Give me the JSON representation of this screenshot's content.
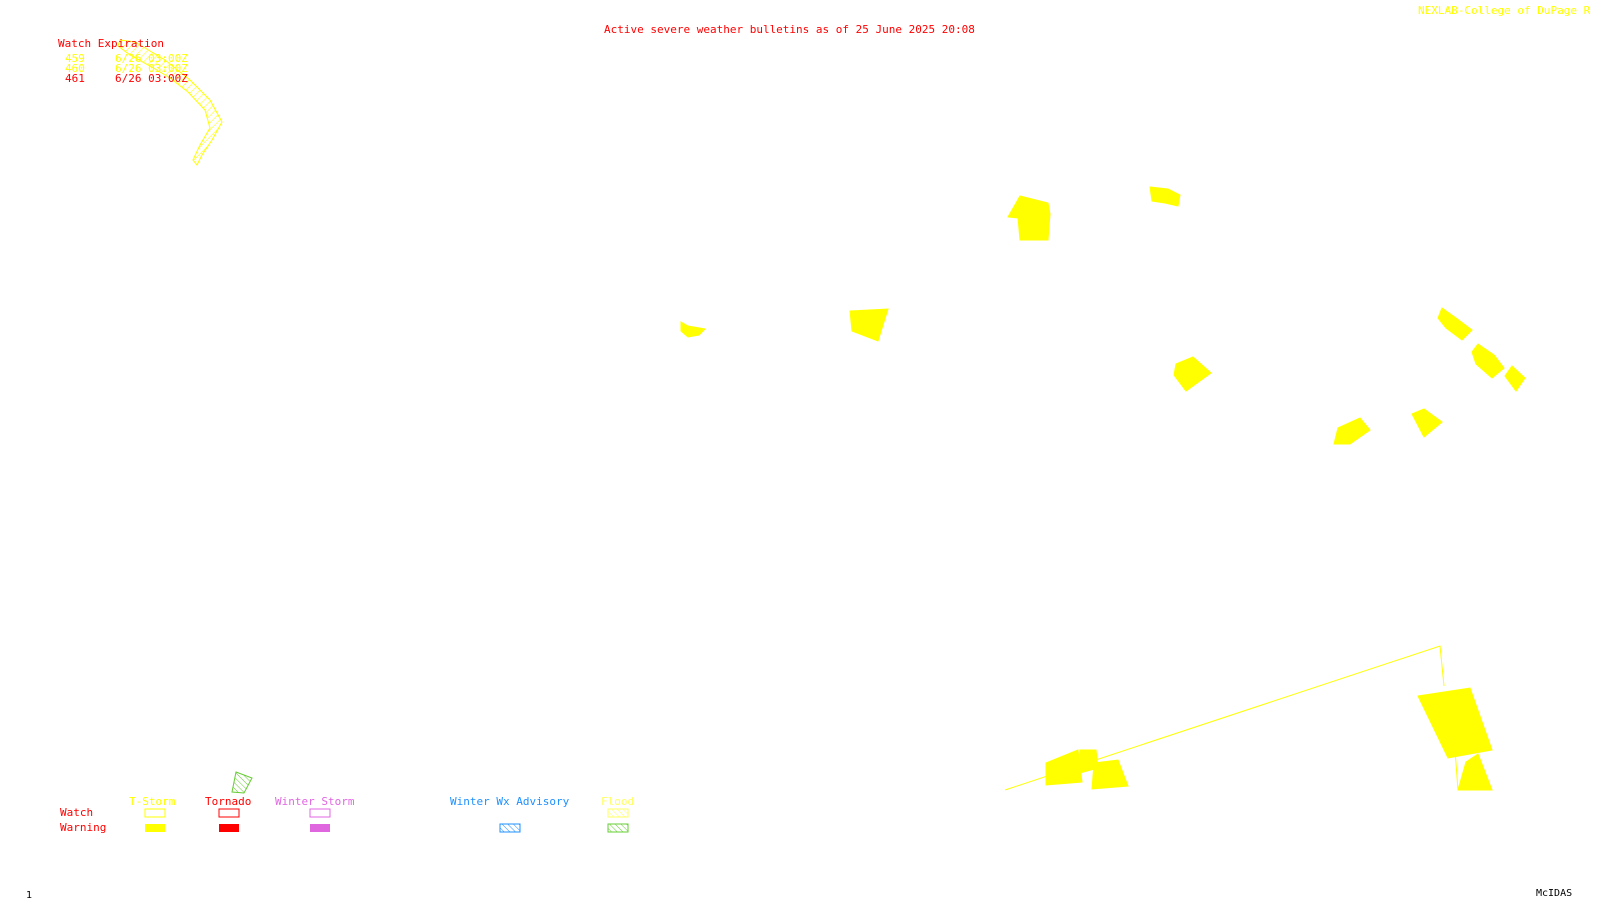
{
  "header": {
    "title": "Active severe weather bulletins as of 25 June 2025 20:08",
    "credit": "NEXLAB-College of DuPage R"
  },
  "watch_expiration": {
    "heading": "Watch Expiration",
    "rows": [
      {
        "id": "459",
        "time": "6/26 03:00Z",
        "color": "#ffff00"
      },
      {
        "id": "460",
        "time": "6/26 03:00Z",
        "color": "#ffff00"
      },
      {
        "id": "461",
        "time": "6/26 03:00Z",
        "color": "#ff0000"
      }
    ]
  },
  "legend": {
    "row_watch": "Watch",
    "row_warning": "Warning",
    "categories": [
      {
        "label": "T-Storm",
        "color": "#ffff00"
      },
      {
        "label": "Tornado",
        "color": "#ff0000"
      },
      {
        "label": "Winter Storm",
        "color": "#e066e0"
      },
      {
        "label": "Winter Wx Advisory",
        "color": "#1e90ff"
      },
      {
        "label": "Flood",
        "color": "#66cc33"
      }
    ]
  },
  "footer": {
    "frame": "1",
    "software": "McIDAS"
  },
  "colors": {
    "warning_fill": "#ffff00",
    "title_red": "#ff0000",
    "credit_yellow": "#ffff00"
  }
}
